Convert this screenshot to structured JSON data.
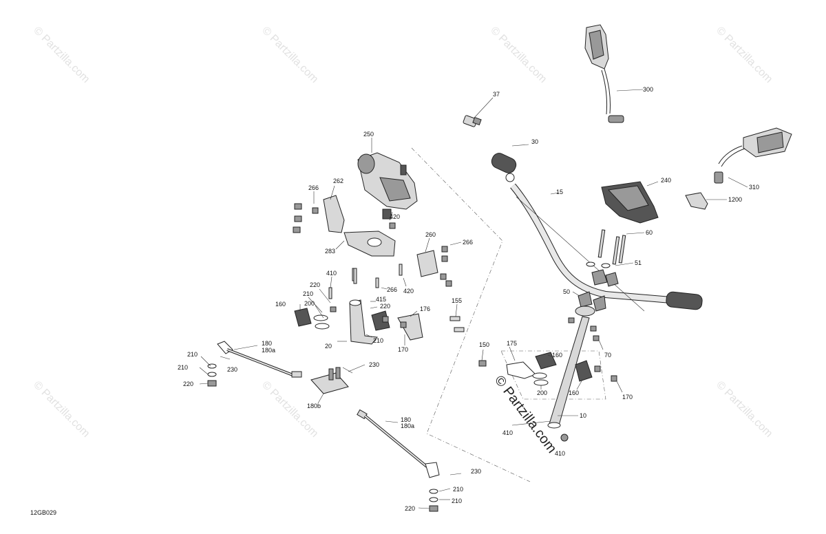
{
  "diagram_code": "12GB029",
  "watermark": {
    "corner_text": "© Partzilla.com",
    "center_text": "© Partzilla.com"
  },
  "callouts": {
    "c37": "37",
    "c300": "300",
    "c30": "30",
    "c250": "250",
    "c240": "240",
    "c310": "310",
    "c15": "15",
    "c1200": "1200",
    "c266a": "266",
    "c262": "262",
    "c420a": "420",
    "c60": "60",
    "c260": "260",
    "c266b": "266",
    "c283": "283",
    "c51": "51",
    "c410a": "410",
    "c266c": "266",
    "c420b": "420",
    "c220a": "220",
    "c210a": "210",
    "c415": "415",
    "c220b": "220",
    "c200a": "200",
    "c155": "155",
    "c50": "50",
    "c176": "176",
    "c160a": "160",
    "c20": "20",
    "c210b": "210",
    "c170a": "170",
    "c180a": "180",
    "c180a_b": "180a",
    "c70": "70",
    "c210c": "210",
    "c150": "150",
    "c175": "175",
    "c230a": "230",
    "c160b": "160",
    "c210d": "210",
    "c230b": "230",
    "c220c": "220",
    "c180b": "180b",
    "c200b": "200",
    "c160c": "160",
    "c170b": "170",
    "c10": "10",
    "c180c": "180",
    "c180a_c": "180a",
    "c410b": "410",
    "c410c": "410",
    "c230c": "230",
    "c210e": "210",
    "c220d": "220",
    "c210f": "210"
  }
}
